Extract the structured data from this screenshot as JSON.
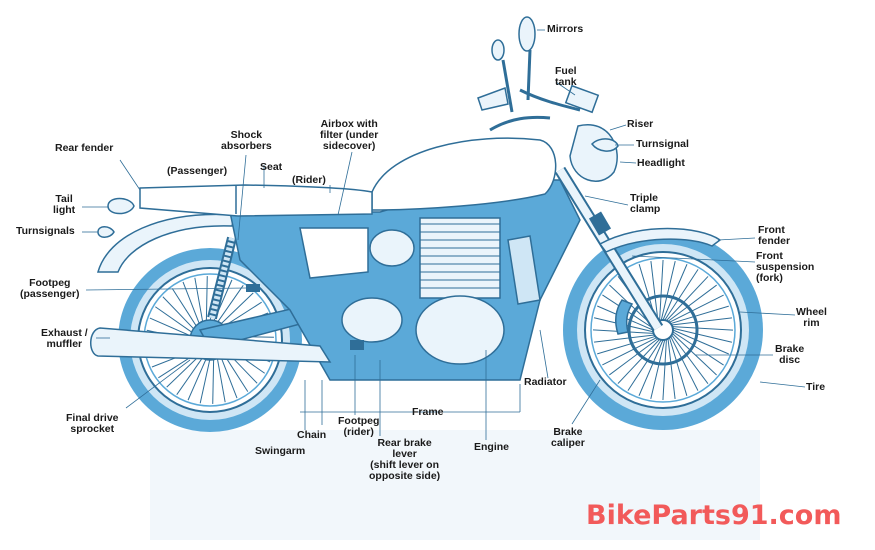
{
  "colors": {
    "body_fill": "#5ba9d8",
    "light_fill": "#eaf4fb",
    "outline": "#2f6e98",
    "wheel_fill": "#cfe6f5",
    "label_text": "#1a1a1a",
    "brand_text": "#f25a5a"
  },
  "labels": {
    "mirrors": "Mirrors",
    "fuel_tank": "Fuel\ntank",
    "riser": "Riser",
    "turnsignal_front": "Turnsignal",
    "headlight": "Headlight",
    "triple_clamp": "Triple\nclamp",
    "front_fender": "Front\nfender",
    "front_suspension": "Front\nsuspension\n(fork)",
    "wheel_rim": "Wheel\nrim",
    "brake_disc": "Brake\ndisc",
    "tire": "Tire",
    "rear_fender": "Rear fender",
    "shock_absorbers": "Shock\nabsorbers",
    "airbox": "Airbox with\nfilter (under\nsidecover)",
    "passenger": "(Passenger)",
    "seat": "Seat",
    "rider": "(Rider)",
    "tail_light": "Tail\nlight",
    "turnsignals_rear": "Turnsignals",
    "footpeg_passenger": "Footpeg\n(passenger)",
    "exhaust_muffler": "Exhaust /\nmuffler",
    "final_drive_sprocket": "Final drive\nsprocket",
    "chain": "Chain",
    "swingarm": "Swingarm",
    "footpeg_rider": "Footpeg\n(rider)",
    "frame": "Frame",
    "rear_brake_lever": "Rear brake\nlever\n(shift lever on\nopposite side)",
    "engine": "Engine",
    "radiator": "Radiator",
    "brake_caliper": "Brake\ncaliper"
  },
  "brand": "BikeParts91.com"
}
